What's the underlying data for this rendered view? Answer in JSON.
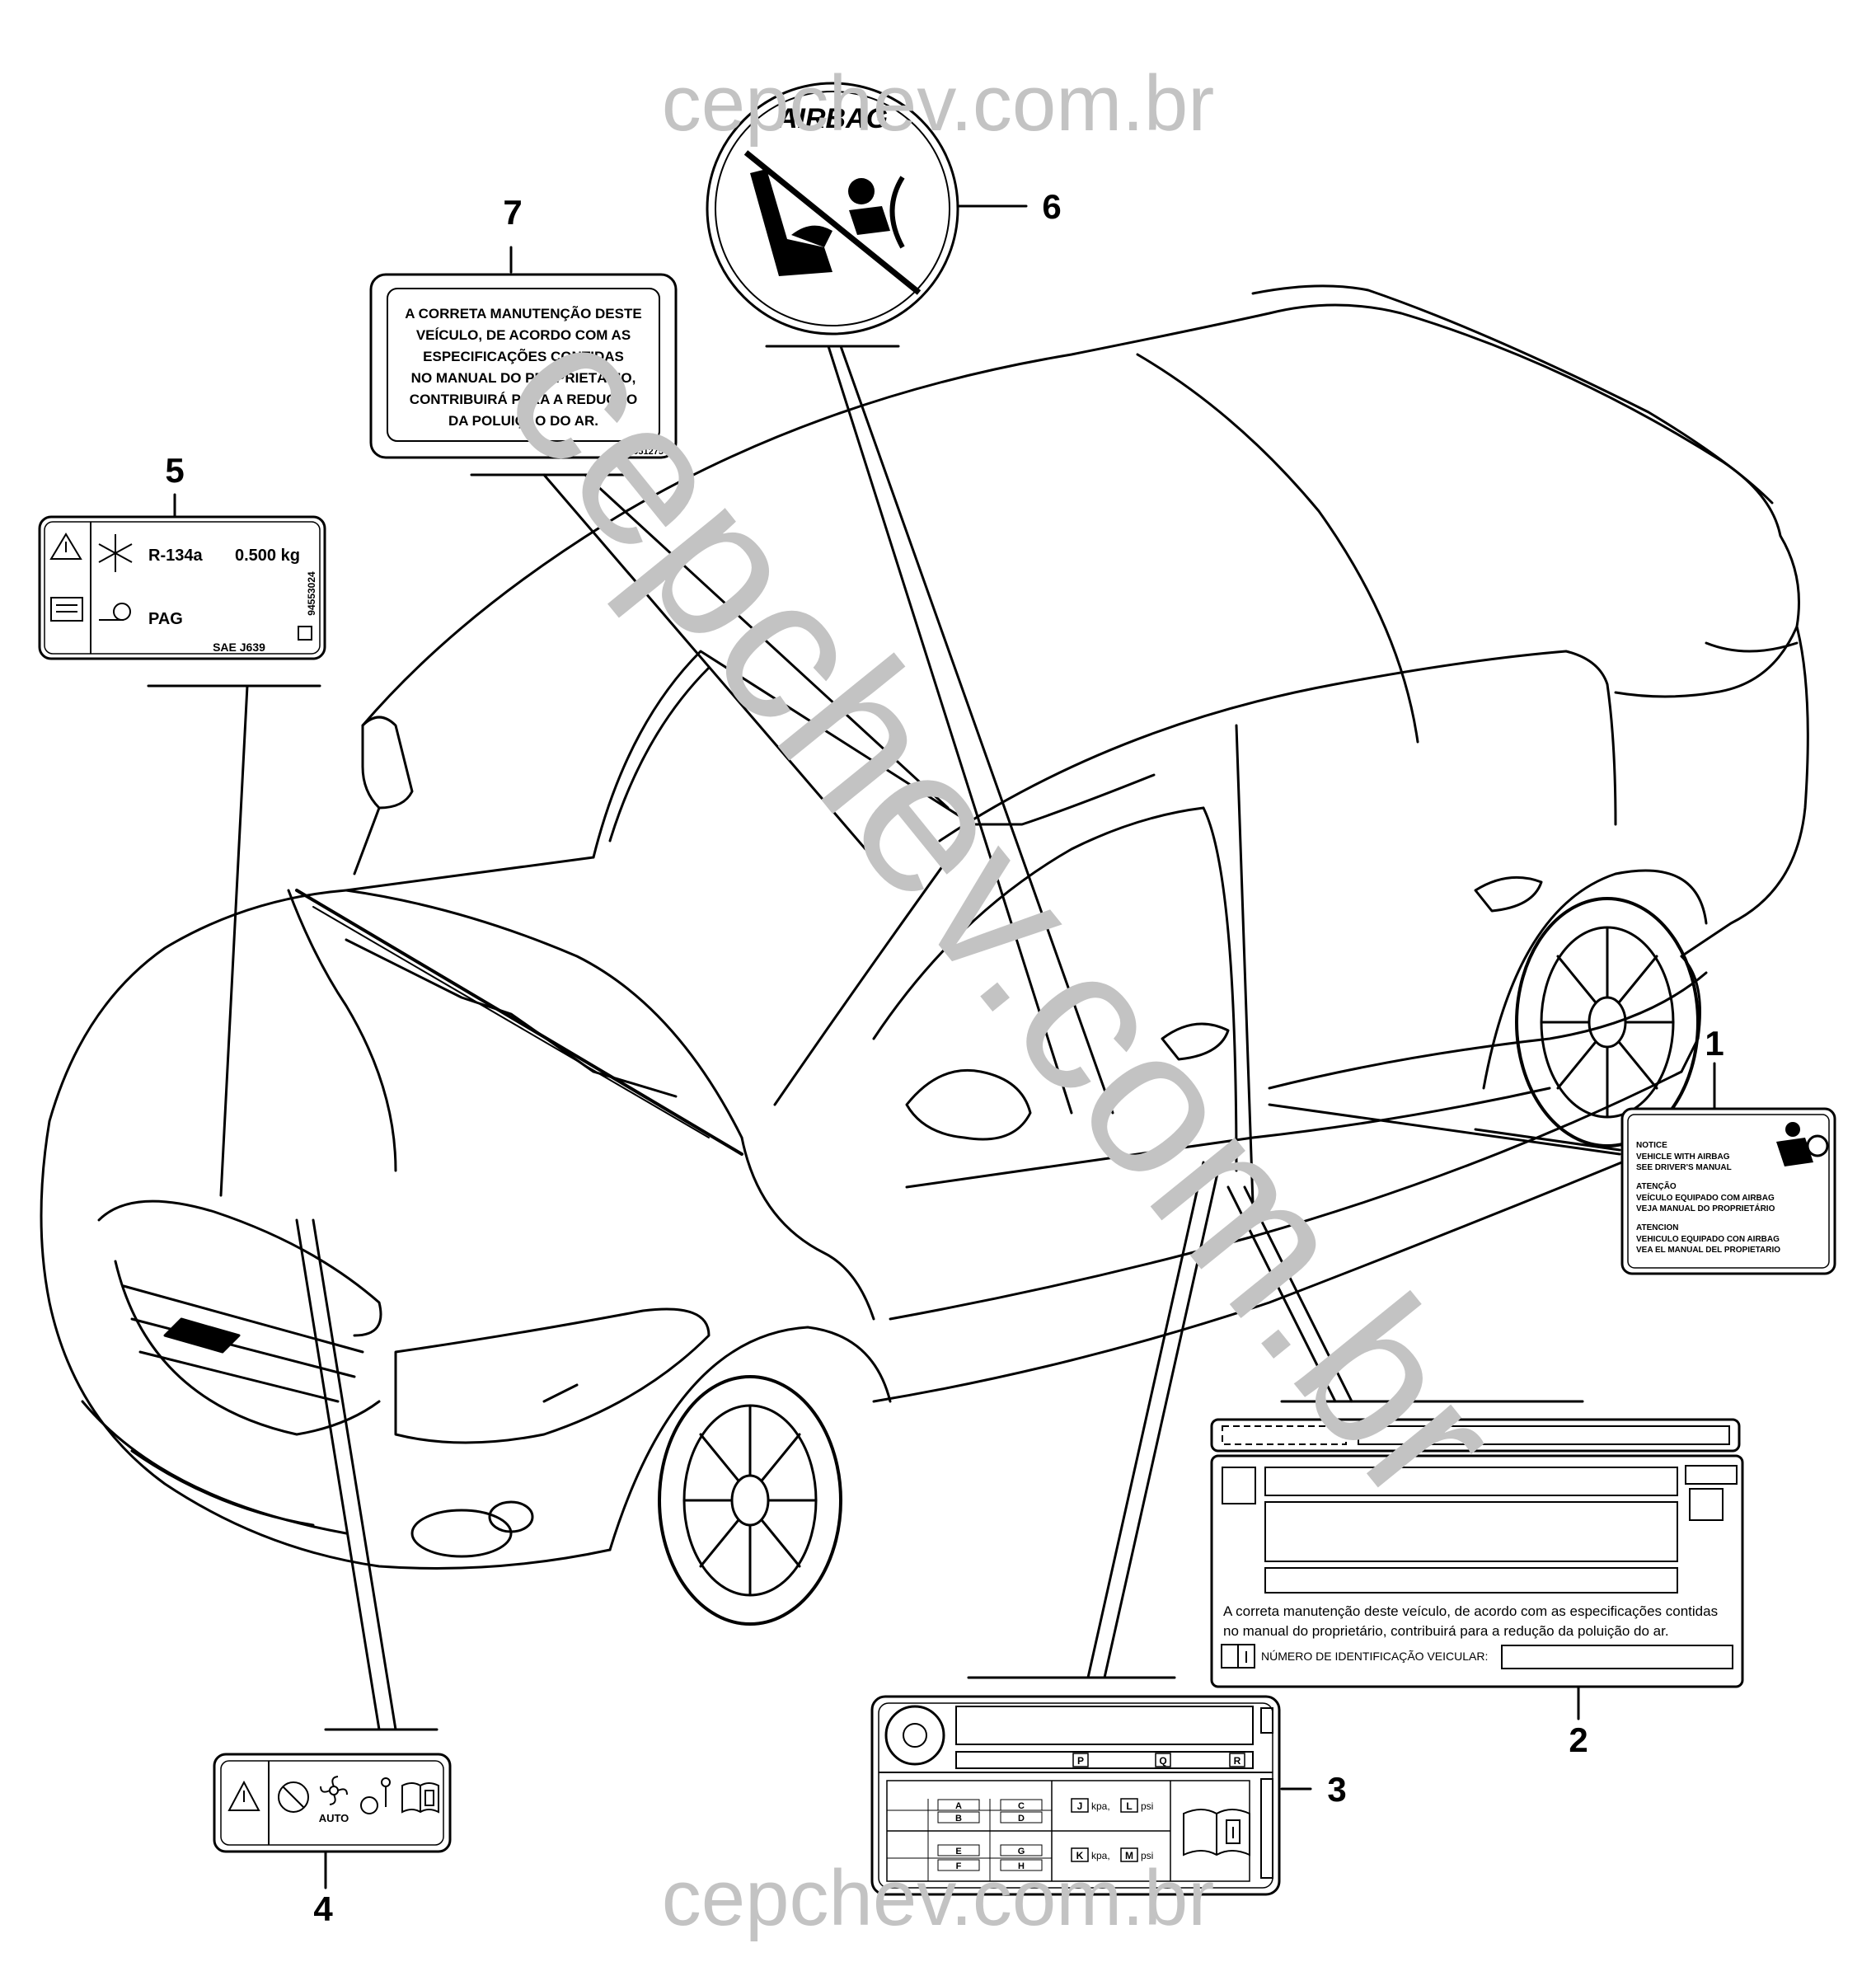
{
  "watermarks": {
    "top": "cepchev.com.br",
    "bottom": "cepchev.com.br",
    "diagonal": "cepchev.com.br"
  },
  "callouts": [
    {
      "num": "1"
    },
    {
      "num": "2"
    },
    {
      "num": "3"
    },
    {
      "num": "4"
    },
    {
      "num": "5"
    },
    {
      "num": "6"
    },
    {
      "num": "7"
    }
  ],
  "label1": {
    "lines": [
      "NOTICE",
      "VEHICLE WITH AIRBAG",
      "SEE DRIVER'S MANUAL",
      "ATENÇÃO",
      "VEÍCULO EQUIPADO COM AIRBAG",
      "VEJA MANUAL DO PROPRIETÁRIO",
      "ATENCION",
      "VEHICULO EQUIPADO CON AIRBAG",
      "VEA EL MANUAL DEL PROPIETARIO"
    ],
    "icon": "airbag-person-icon"
  },
  "label2": {
    "text_line1": "A correta manutenção deste veículo, de acordo com as especificações contidas",
    "text_line2": "no manual do proprietário, contribuirá para a redução da poluição do ar.",
    "vin_label": "NÚMERO DE IDENTIFICAÇÃO VEICULAR:",
    "icon": "manual-book-icon"
  },
  "label3": {
    "top_codes": [
      "P",
      "Q",
      "R"
    ],
    "grid_left": [
      [
        "A",
        "C"
      ],
      [
        "B",
        "D"
      ],
      [
        "E",
        "G"
      ],
      [
        "F",
        "H"
      ]
    ],
    "row1": {
      "a": "J",
      "unit_a": "kpa,",
      "b": "L",
      "unit_b": "psi"
    },
    "row2": {
      "a": "K",
      "unit_a": "kpa,",
      "b": "M",
      "unit_b": "psi"
    },
    "icons": [
      "tire-icon",
      "manual-info-icon"
    ]
  },
  "label4": {
    "auto_text": "AUTO",
    "icons": [
      "warning-triangle-icon",
      "no-fan-icon",
      "fan-auto-icon",
      "fan-person-icon",
      "manual-info-icon"
    ]
  },
  "label5": {
    "refrigerant": "R-134a",
    "charge": "0.500 kg",
    "oil": "PAG",
    "standard": "SAE J639",
    "part_number": "94553024",
    "icons": [
      "warning-triangle-icon",
      "snowflake-icon",
      "service-manual-icon",
      "compressor-oil-icon"
    ]
  },
  "label6": {
    "title": "AIRBAG",
    "icon": "no-child-seat-airbag-icon"
  },
  "label7": {
    "lines": [
      "A CORRETA MANUTENÇÃO DESTE",
      "VEÍCULO, DE ACORDO COM AS",
      "ESPECIFICAÇÕES CONTIDAS",
      "NO MANUAL DO PROPRIETÁRIO,",
      "CONTRIBUIRÁ PARA A REDUÇÃO",
      "DA POLUIÇÃO DO AR."
    ],
    "part_number": "52051275"
  }
}
